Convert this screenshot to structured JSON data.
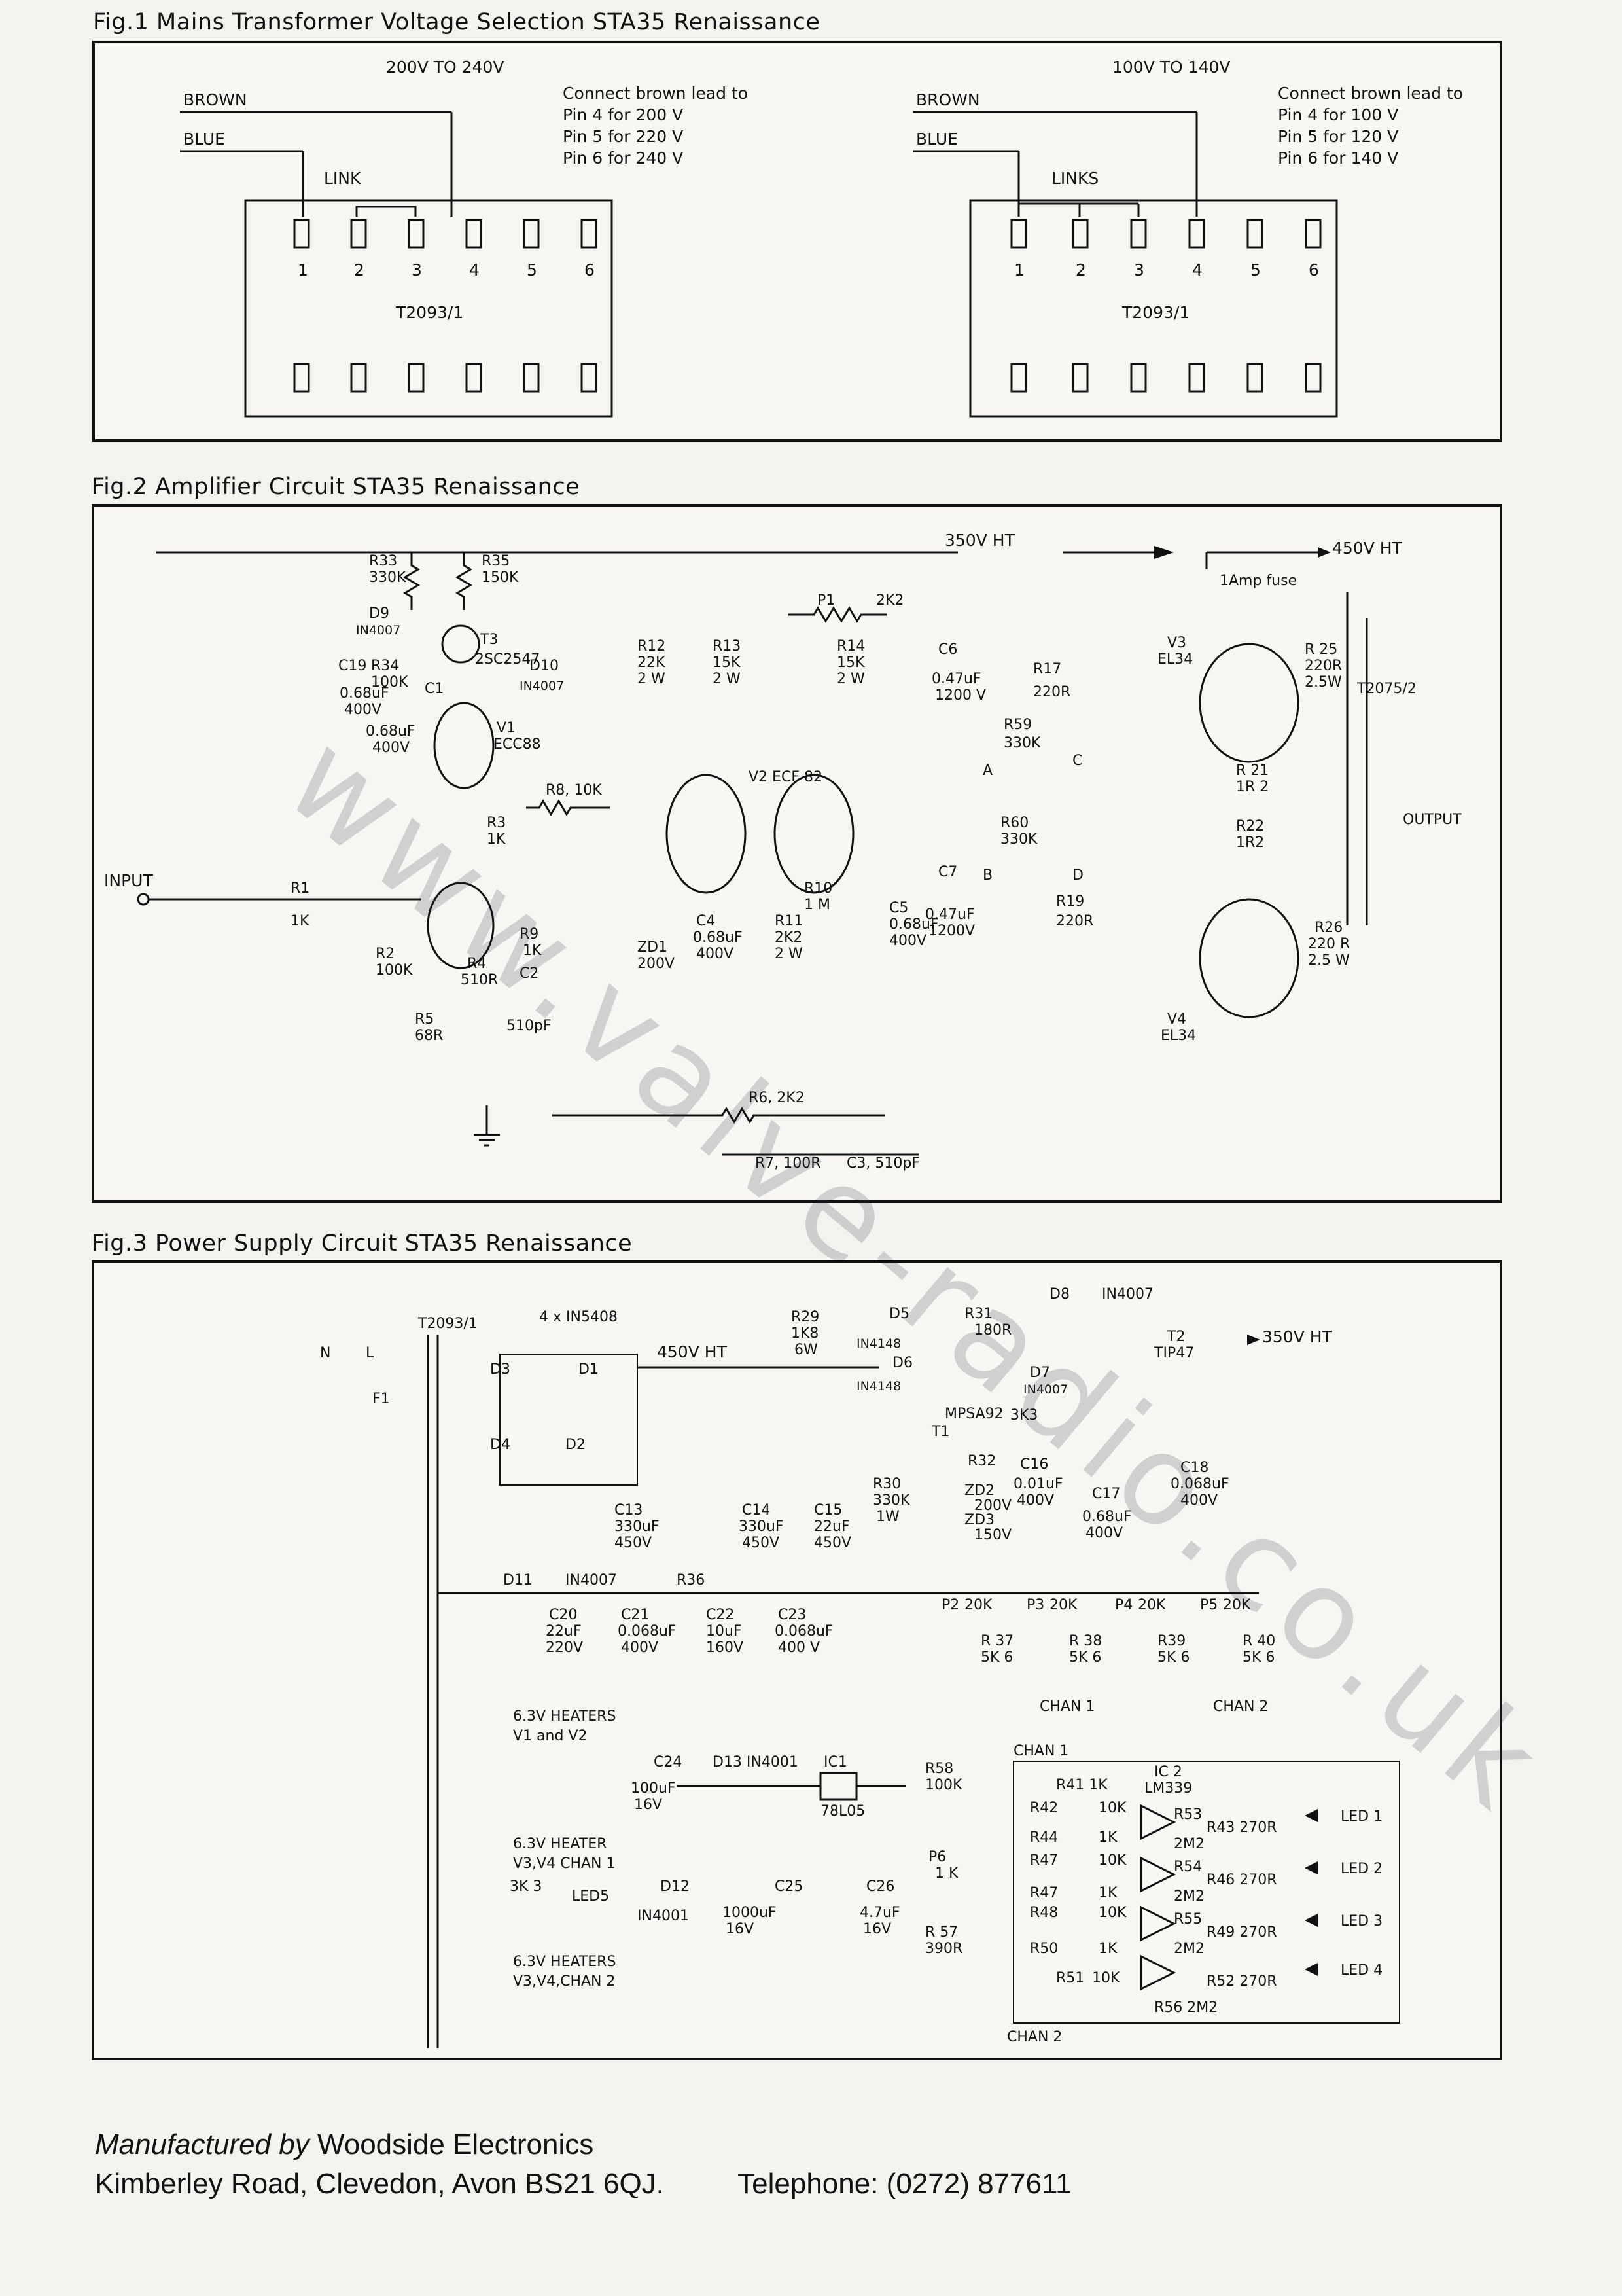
{
  "fig1": {
    "title": "Fig.1 Mains Transformer Voltage Selection STA35 Renaissance",
    "left": {
      "range": "200V TO 240V",
      "brown": "BROWN",
      "blue": "BLUE",
      "note_1": "Connect brown lead to",
      "note_2": "Pin 4 for 200 V",
      "note_3": "Pin 5 for 220 V",
      "note_4": "Pin 6 for 240 V",
      "link": "LINK",
      "part": "T2093/1",
      "pins": [
        "1",
        "2",
        "3",
        "4",
        "5",
        "6"
      ]
    },
    "right": {
      "range": "100V TO 140V",
      "brown": "BROWN",
      "blue": "BLUE",
      "note_1": "Connect brown lead to",
      "note_2": "Pin 4 for 100 V",
      "note_3": "Pin 5 for 120 V",
      "note_4": "Pin 6 for 140 V",
      "link": "LINKS",
      "part": "T2093/1",
      "pins": [
        "1",
        "2",
        "3",
        "4",
        "5",
        "6"
      ]
    }
  },
  "fig2": {
    "title": "Fig.2 Amplifier Circuit STA35 Renaissance",
    "hv350": "350V HT",
    "hv450": "450V HT",
    "fuse": "1Amp fuse",
    "output": "OUTPUT",
    "transformer": "T2075/2",
    "input": "INPUT",
    "labels": {
      "r33": "R33",
      "r33v": "330K",
      "r35": "R35",
      "r35v": "150K",
      "d9": "D9",
      "d9v": "IN4007",
      "t3": "T3",
      "t3v": "2SC2547",
      "r34": "R34",
      "r34v": "100K",
      "d10": "D10",
      "d10v": "IN4007",
      "c19": "C19",
      "c19v": "0.68uF",
      "c19w": "400V",
      "c1": "C1",
      "c1v": "0.68uF",
      "c1w": "400V",
      "v1": "V1",
      "v1v": "ECC88",
      "r8": "R8, 10K",
      "r3": "R3",
      "r3v": "1K",
      "r1": "R1",
      "r1v": "1K",
      "r2": "R2",
      "r2v": "100K",
      "r4": "R4",
      "r4v": "510R",
      "r5": "R5",
      "r5v": "68R",
      "r9": "R9",
      "r9v": "1K",
      "c2": "C2",
      "c2v": "510pF",
      "r12": "R12",
      "r12v": "22K",
      "r12w": "2 W",
      "r13": "R13",
      "r13v": "15K",
      "r13w": "2 W",
      "p1": "P1",
      "p1v": "2K2",
      "r14": "R14",
      "r14v": "15K",
      "r14w": "2 W",
      "v2": "V2 ECF 82",
      "zd1": "ZD1",
      "zd1v": "200V",
      "c4": "C4",
      "c4v": "0.68uF",
      "c4w": "400V",
      "r11": "R11",
      "r11v": "2K2",
      "r11w": "2 W",
      "r10": "R10",
      "r10v": "1 M",
      "c5": "C5",
      "c5v": "0.68uF",
      "c5w": "400V",
      "r6": "R6, 2K2",
      "r7": "R7, 100R",
      "c3": "C3, 510pF",
      "c6": "C6",
      "c6v": "0.47uF",
      "c6w": "1200 V",
      "c7": "C7",
      "c7v": "0.47uF",
      "c7w": "1200V",
      "r17": "R17",
      "r17v": "220R",
      "r59": "R59",
      "r59v": "330K",
      "r60": "R60",
      "r60v": "330K",
      "r19": "R19",
      "r19v": "220R",
      "v3": "V3",
      "v3v": "EL34",
      "v4": "V4",
      "v4v": "EL34",
      "r25": "R 25",
      "r25v": "220R",
      "r25w": "2.5W",
      "r26": "R26",
      "r26v": "220 R",
      "r26w": "2.5 W",
      "r21": "R 21",
      "r21v": "1R 2",
      "r22": "R22",
      "r22v": "1R2",
      "a": "A",
      "b": "B",
      "c": "C",
      "d": "D"
    }
  },
  "fig3": {
    "title": "Fig.3 Power Supply Circuit STA35 Renaissance",
    "transformer": "T2093/1",
    "bridge": "4 x IN5408",
    "hv450": "450V HT",
    "hv350": "350V HT",
    "labels": {
      "n": "N",
      "l": "L",
      "f1": "F1",
      "d1": "D1",
      "d2": "D2",
      "d3": "D3",
      "d4": "D4",
      "c13": "C13",
      "c13v": "330uF",
      "c13w": "450V",
      "c14": "C14",
      "c14v": "330uF",
      "c14w": "450V",
      "c15": "C15",
      "c15v": "22uF",
      "c15w": "450V",
      "r29": "R29",
      "r29v": "1K8",
      "r29w": "6W",
      "d5": "D5",
      "d5v": "IN4148",
      "d6": "D6",
      "d6v": "IN4148",
      "r31": "R31",
      "r31v": "180R",
      "d8": "D8",
      "d8v": "IN4007",
      "t2": "T2",
      "t2v": "TIP47",
      "d7": "D7",
      "d7v": "IN4007",
      "t1": "T1",
      "t1v": "MPSA92",
      "r33": "3K3",
      "r30": "R30",
      "r30v": "330K",
      "r30w": "1W",
      "r32": "R32",
      "c16": "C16",
      "c16v": "0.01uF",
      "c16w": "400V",
      "zd2": "ZD2",
      "zd2v": "200V",
      "zd3": "ZD3",
      "zd3v": "150V",
      "c17": "C17",
      "c17v": "0.68uF",
      "c17w": "400V",
      "c18": "C18",
      "c18v": "0.068uF",
      "c18w": "400V",
      "d11": "D11",
      "d11v": "IN4007",
      "r36": "R36",
      "c20": "C20",
      "c20v": "22uF",
      "c20w": "220V",
      "c21": "C21",
      "c21v": "0.068uF",
      "c21w": "400V",
      "c22": "C22",
      "c22v": "10uF",
      "c22w": "160V",
      "c23": "C23",
      "c23v": "0.068uF",
      "c23w": "400 V",
      "heat1": "6.3V HEATERS",
      "heat1b": "V1 and V2",
      "c24": "C24",
      "c24v": "100uF",
      "c24w": "16V",
      "d13": "D13 IN4001",
      "ic1": "IC1",
      "ic1v": "78L05",
      "heat2": "6.3V HEATER",
      "heat2b": "V3,V4 CHAN 1",
      "r3k3": "3K 3",
      "led5": "LED5",
      "d12": "D12",
      "d12v": "IN4001",
      "c25": "C25",
      "c25v": "1000uF",
      "c25w": "16V",
      "c26": "C26",
      "c26v": "4.7uF",
      "c26w": "16V",
      "heat3": "6.3V HEATERS",
      "heat3b": "V3,V4,CHAN 2",
      "p2": "P2",
      "p3": "P3",
      "p4": "P4",
      "p5": "P5",
      "p20k": "20K",
      "r37": "R 37",
      "r38": "R 38",
      "r39": "R39",
      "r40": "R 40",
      "r5k6": "5K 6",
      "chan1": "CHAN 1",
      "chan2": "CHAN 2",
      "chan1b": "CHAN 1",
      "chan2b": "CHAN 2",
      "r58": "R58",
      "r58v": "100K",
      "p6": "P6",
      "p6v": "1 K",
      "r57": "R 57",
      "r57v": "390R",
      "ic2": "IC 2",
      "ic2v": "LM339",
      "r41": "R41 1K",
      "r42": "R42",
      "r44": "R44",
      "r47": "R47",
      "r48": "R48",
      "r50": "R50",
      "r51": "R51",
      "r10k": "10K",
      "r1k": "1K",
      "r2m2": "2M2",
      "r53": "R53",
      "r43": "R43 270R",
      "r54": "R54",
      "r46": "R46 270R",
      "r55": "R55",
      "r49": "R49 270R",
      "r52": "R52 270R",
      "r56": "R56 2M2",
      "led1": "LED 1",
      "led2": "LED 2",
      "led3": "LED 3",
      "led4": "LED 4"
    }
  },
  "watermark": "www.valve-radio.co.uk",
  "footer": {
    "manufactured_prefix": "Manufactured by",
    "company": "Woodside Electronics",
    "address": "Kimberley Road, Clevedon, Avon BS21 6QJ.",
    "telephone": "Telephone: (0272) 877611"
  }
}
